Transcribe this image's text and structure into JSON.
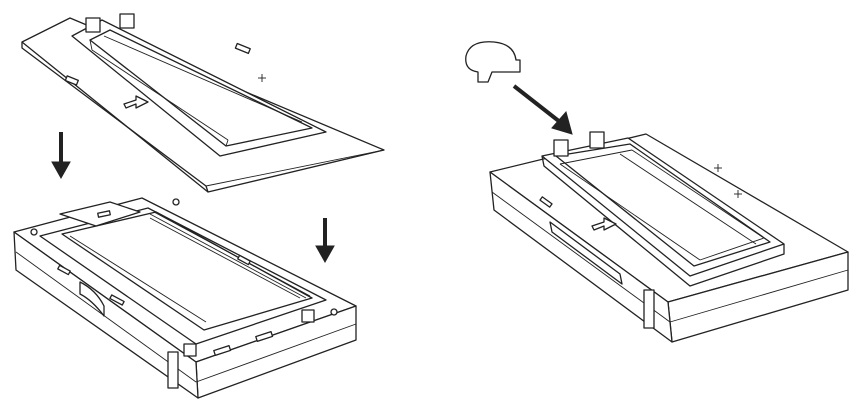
{
  "diagram": {
    "steps": [
      {
        "id": "lid-lowering",
        "arrows": 2,
        "arrow_direction": "down"
      },
      {
        "id": "cap-insertion",
        "arrows": 1,
        "arrow_direction": "down-right"
      }
    ],
    "line_color": "#222222",
    "background_color": "#ffffff",
    "icons": [
      "down-arrow-icon",
      "diagonal-arrow-icon",
      "slide-direction-arrow-icon"
    ]
  }
}
